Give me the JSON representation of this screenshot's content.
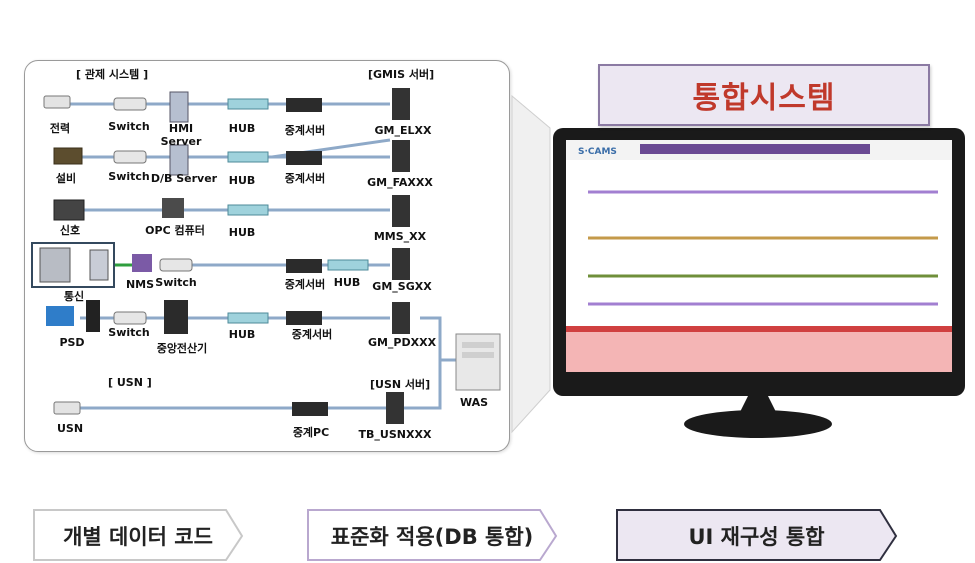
{
  "left_panel": {
    "control_header": "[ 관제 시스템 ]",
    "gmis_header": "[GMIS 서버]",
    "usn_header": "[ USN ]",
    "usn_server_header": "[USN 서버]",
    "rows": [
      {
        "source": "전력",
        "switch": "Switch",
        "server": "HMI\nServer",
        "hub": "HUB",
        "relay": "중계서버",
        "gm": "GM_ELXX"
      },
      {
        "source": "설비",
        "switch": "Switch",
        "server": "D/B Server",
        "hub": "HUB",
        "relay": "중계서버",
        "gm": "GM_FAXXX"
      },
      {
        "source": "신호",
        "server": "OPC 컴퓨터",
        "hub": "HUB",
        "gm": "MMS_XX"
      },
      {
        "source": "통신",
        "nms": "NMS",
        "switch": "Switch",
        "relay": "중계서버",
        "hub": "HUB",
        "gm": "GM_SGXX"
      },
      {
        "source": "PSD",
        "switch": "Switch",
        "server": "중앙전산기",
        "hub": "HUB",
        "relay": "중계서버",
        "gm": "GM_PDXXX"
      }
    ],
    "usn_row": {
      "source": "USN",
      "relay": "중계PC",
      "server": "TB_USNXXX"
    },
    "was": "WAS"
  },
  "right_panel": {
    "title": "통합시스템",
    "screen_logo": "S·CAMS"
  },
  "footer": {
    "step1": "개별 데이터 코드",
    "step2": "표준화 적용(DB 통합)",
    "step3": "UI 재구성 통합"
  },
  "colors": {
    "title_red": "#c0392b",
    "title_bg": "#ece7f2",
    "title_border": "#8b7aa3",
    "line_blue": "#8ea9c8",
    "nms_green": "#2e9e3e"
  }
}
